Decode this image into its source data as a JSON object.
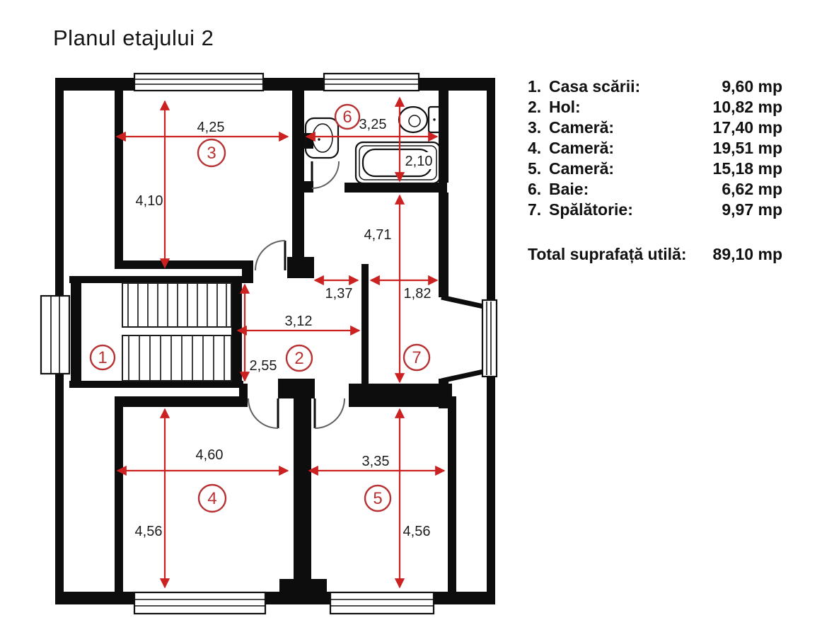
{
  "title": "Planul etajului 2",
  "legend": {
    "items": [
      {
        "num": "1.",
        "label": "Casa scării:",
        "value": "9,60 mp"
      },
      {
        "num": "2.",
        "label": "Hol:",
        "value": "10,82 mp"
      },
      {
        "num": "3.",
        "label": "Cameră:",
        "value": "17,40 mp"
      },
      {
        "num": "4.",
        "label": "Cameră:",
        "value": "19,51 mp"
      },
      {
        "num": "5.",
        "label": "Cameră:",
        "value": "15,18 mp"
      },
      {
        "num": "6.",
        "label": "Baie:",
        "value": "6,62 mp"
      },
      {
        "num": "7.",
        "label": "Spălătorie:",
        "value": "9,97 mp"
      }
    ],
    "total_label": "Total suprafață utilă:",
    "total_value": "89,10 mp"
  },
  "plan": {
    "rooms": {
      "r1": "1",
      "r2": "2",
      "r3": "3",
      "r4": "4",
      "r5": "5",
      "r6": "6",
      "r7": "7"
    },
    "dims": {
      "room3_w": "4,25",
      "room3_h": "4,10",
      "bath_w": "3,25",
      "bath_h": "2,10",
      "pass_left": "1,37",
      "pass_right": "1,82",
      "laundry_h": "4,71",
      "hall_w": "3,12",
      "hall_h": "2,55",
      "room4_w": "4,60",
      "room4_h": "4,56",
      "room5_w": "3,35",
      "room5_h": "4,56"
    }
  },
  "colors": {
    "dimension_red": "#cc2121",
    "room_label_red": "#b73232",
    "wall_black": "#0d0d0d"
  }
}
